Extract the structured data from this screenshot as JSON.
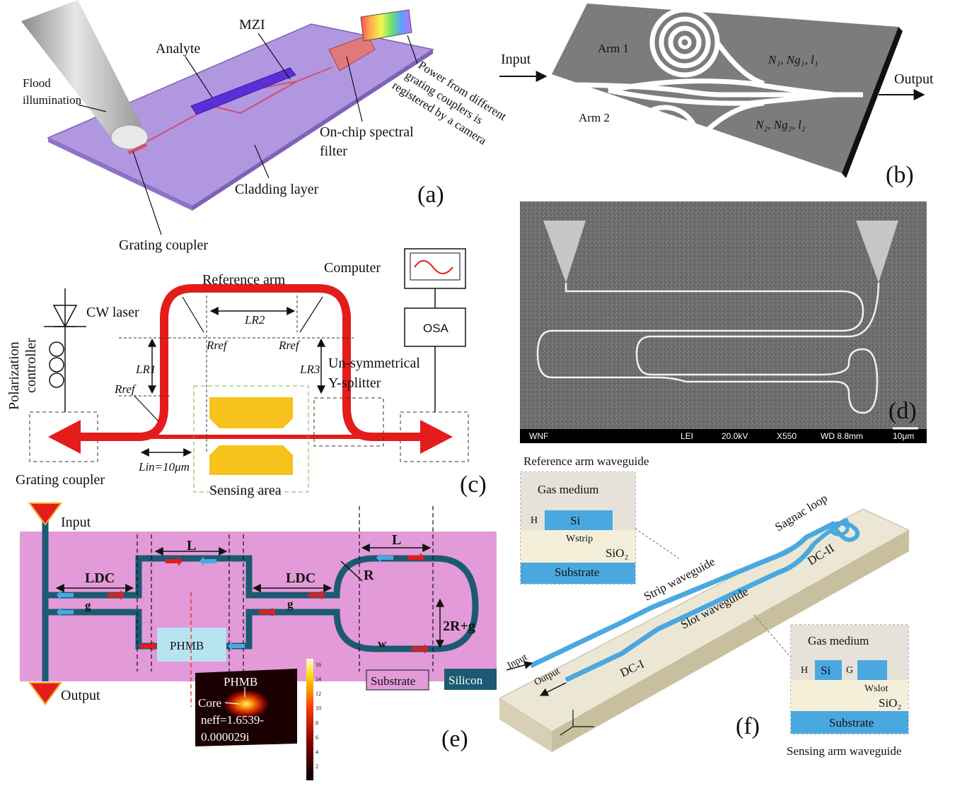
{
  "panel_a": {
    "flood_illumination_1": "Flood",
    "flood_illumination_2": "illumination",
    "analyte": "Analyte",
    "mzi": "MZI",
    "power_1": "Power from different",
    "power_2": "grating couplers is",
    "power_3": "registered by a camera",
    "spectral_1": "On-chip spectral",
    "spectral_2": "filter",
    "cladding": "Cladding layer",
    "grating": "Grating coupler",
    "letter": "(a)"
  },
  "panel_b": {
    "input": "Input",
    "output": "Output",
    "arm1": "Arm 1",
    "arm2": "Arm 2",
    "n1": "N₁, Ng₁, l₁",
    "n2": "N₂, Ng₂, l₂",
    "letter": "(b)"
  },
  "panel_c": {
    "reference_arm": "Reference arm",
    "computer": "Computer",
    "cw_laser": "CW laser",
    "osa": "OSA",
    "polarization_1": "Polarization",
    "polarization_2": "controller",
    "lr2": "LR2",
    "lr1": "LR1",
    "lr3": "LR3",
    "rref1": "Rref",
    "rref2": "Rref",
    "rref3": "Rref",
    "unsym_1": "Un-symmetrical",
    "unsym_2": "Y-splitter",
    "lin": "Lin=10μm",
    "grating": "Grating coupler",
    "sensing": "Sensing area",
    "letter": "(c)"
  },
  "panel_d": {
    "scale_items": [
      "WNF",
      "LEI",
      "20.0kV",
      "X550",
      "WD 8.8mm",
      "10μm"
    ],
    "letter": "(d)"
  },
  "panel_e": {
    "input": "Input",
    "output": "Output",
    "l_top1": "L",
    "l_top2": "L",
    "ldc1": "LDC",
    "ldc2": "LDC",
    "g1": "g",
    "g2": "g",
    "r": "R",
    "w": "w",
    "two_r_g": "2R+g",
    "phmb": "PHMB",
    "substrate": "Substrate",
    "silicon": "Silicon",
    "inset_phmb": "PHMB",
    "inset_core": "Core",
    "inset_neff_1": "neff=1.6539-",
    "inset_neff_2": "0.000029i",
    "colorbar_ticks": [
      "16",
      "14",
      "12",
      "10",
      "8",
      "6",
      "4",
      "2"
    ],
    "letter": "(e)"
  },
  "panel_f": {
    "ref_title": "Reference arm waveguide",
    "gas1": "Gas medium",
    "si1": "Si",
    "h1": "H",
    "wstrip": "Wstrip",
    "sio2_1": "SiO₂",
    "substrate1": "Substrate",
    "sagnac": "Sagnac loop",
    "dc2": "DC-II",
    "strip": "Strip waveguide",
    "slot": "Slot waveguide",
    "dc1": "DC-I",
    "input": "Input",
    "output": "Output",
    "gas2": "Gas medium",
    "si2": "Si",
    "h2": "H",
    "g": "G",
    "wslot": "Wslot",
    "sio2_2": "SiO₂",
    "substrate2": "Substrate",
    "sens_title": "Sensing arm waveguide",
    "letter": "(f)"
  },
  "colors": {
    "purple_chip": "#b197e0",
    "waveguide_red": "#e41c1c",
    "sensing_gold": "#f7c21c",
    "pink_bg": "#e39ad8",
    "wg_teal": "#1b5a72",
    "chip_gray": "#7c7c7c",
    "slab_cream": "#ece7d4",
    "wg_blue": "#4aa8e0"
  }
}
